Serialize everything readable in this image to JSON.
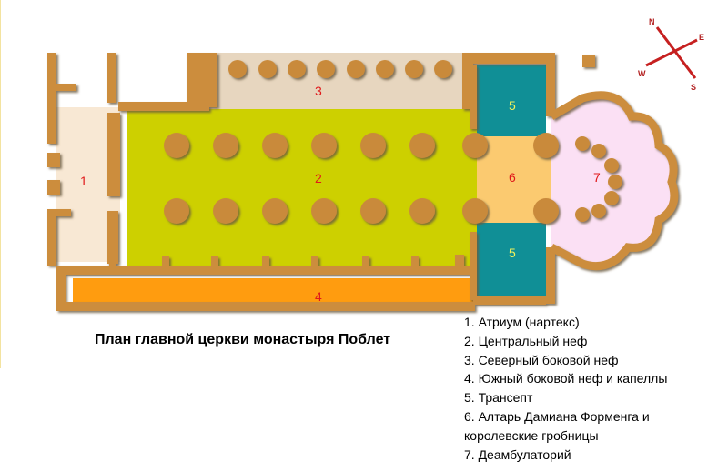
{
  "title": "План главной церкви монастыря Поблет",
  "zones": [
    {
      "id": "1",
      "name": "atrium",
      "color": "#f8e8d4",
      "label_color": "#e0191a"
    },
    {
      "id": "2",
      "name": "central-nave",
      "color": "#cdd000",
      "label_color": "#e0191a"
    },
    {
      "id": "3",
      "name": "north-aisle",
      "color": "#e7d6bf",
      "label_color": "#e0191a"
    },
    {
      "id": "4",
      "name": "south-aisle",
      "color": "#ff9c0f",
      "label_color": "#e0191a"
    },
    {
      "id": "5",
      "name": "transept",
      "color": "#108f96",
      "label_color": "#f2f25a"
    },
    {
      "id": "6",
      "name": "altar",
      "color": "#fbca70",
      "label_color": "#e0191a"
    },
    {
      "id": "7",
      "name": "ambulatory",
      "color": "#fbe0f4",
      "label_color": "#e0191a"
    }
  ],
  "labels": {
    "z1": "1",
    "z2": "2",
    "z3": "3",
    "z4": "4",
    "z5a": "5",
    "z5b": "5",
    "z6": "6",
    "z7": "7"
  },
  "compass": {
    "n": "N",
    "e": "E",
    "s": "S",
    "w": "W",
    "color": "#c62020"
  },
  "legend": [
    "1. Атриум (нартекс)",
    "2. Центральный неф",
    "3. Северный боковой неф",
    "4. Южный боковой неф и капеллы",
    "5. Трансепт",
    "6. Алтарь Дамиана Форменга и",
    "королевские гробницы",
    "7. Деамбулаторий"
  ],
  "colors": {
    "wall": "#cc8d3c",
    "pillar": "#c98a3b",
    "shadow": "#8a7a60"
  }
}
